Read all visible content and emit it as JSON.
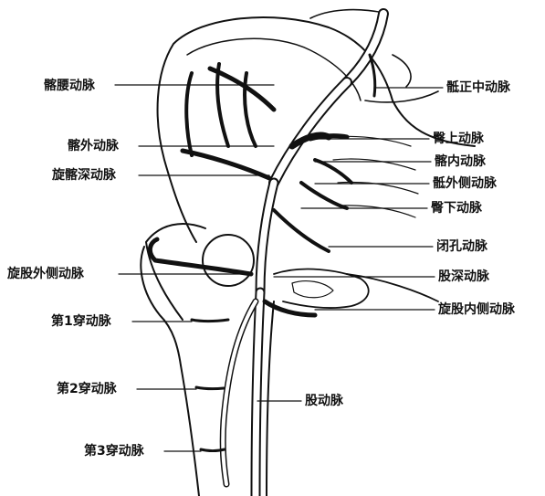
{
  "labels_left": {
    "iliolumbar": "髂腰动脉",
    "external_iliac": "髂外动脉",
    "deep_circumflex_iliac": "旋髂深动脉",
    "lateral_circumflex_femoral": "旋股外侧动脉",
    "perforating_1": "第1穿动脉",
    "perforating_2": "第2穿动脉",
    "perforating_3": "第3穿动脉"
  },
  "labels_right": {
    "median_sacral": "骶正中动脉",
    "superior_gluteal": "臀上动脉",
    "internal_iliac": "髂内动脉",
    "lateral_sacral": "骶外侧动脉",
    "inferior_gluteal": "臀下动脉",
    "obturator": "闭孔动脉",
    "deep_femoral": "股深动脉",
    "medial_circumflex_femoral": "旋股内侧动脉",
    "femoral": "股动脉"
  }
}
